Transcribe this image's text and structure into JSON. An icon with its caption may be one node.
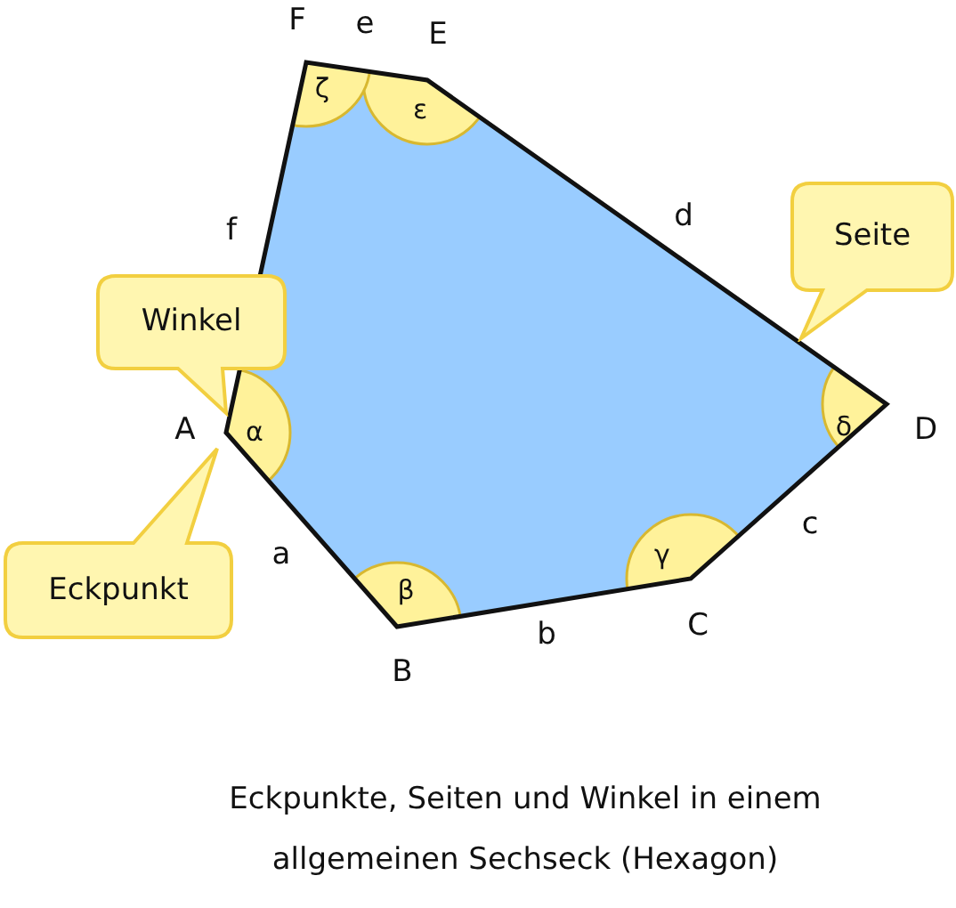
{
  "diagram": {
    "caption": "Eckpunkte, Seiten und Winkel in einem allgemeinen Sechseck (Hexagon)",
    "nodes": [
      {
        "text": [
          "Winkel"
        ]
      },
      {
        "text": [
          "Eckpunkt"
        ]
      },
      {
        "text": [
          "Seite"
        ]
      }
    ],
    "labels": [
      "F",
      "e",
      "E",
      "ζ",
      "ε",
      "f",
      "d",
      "A",
      "α",
      "δ",
      "D",
      "a",
      "c",
      "β",
      "γ",
      "B",
      "b",
      "C"
    ]
  }
}
